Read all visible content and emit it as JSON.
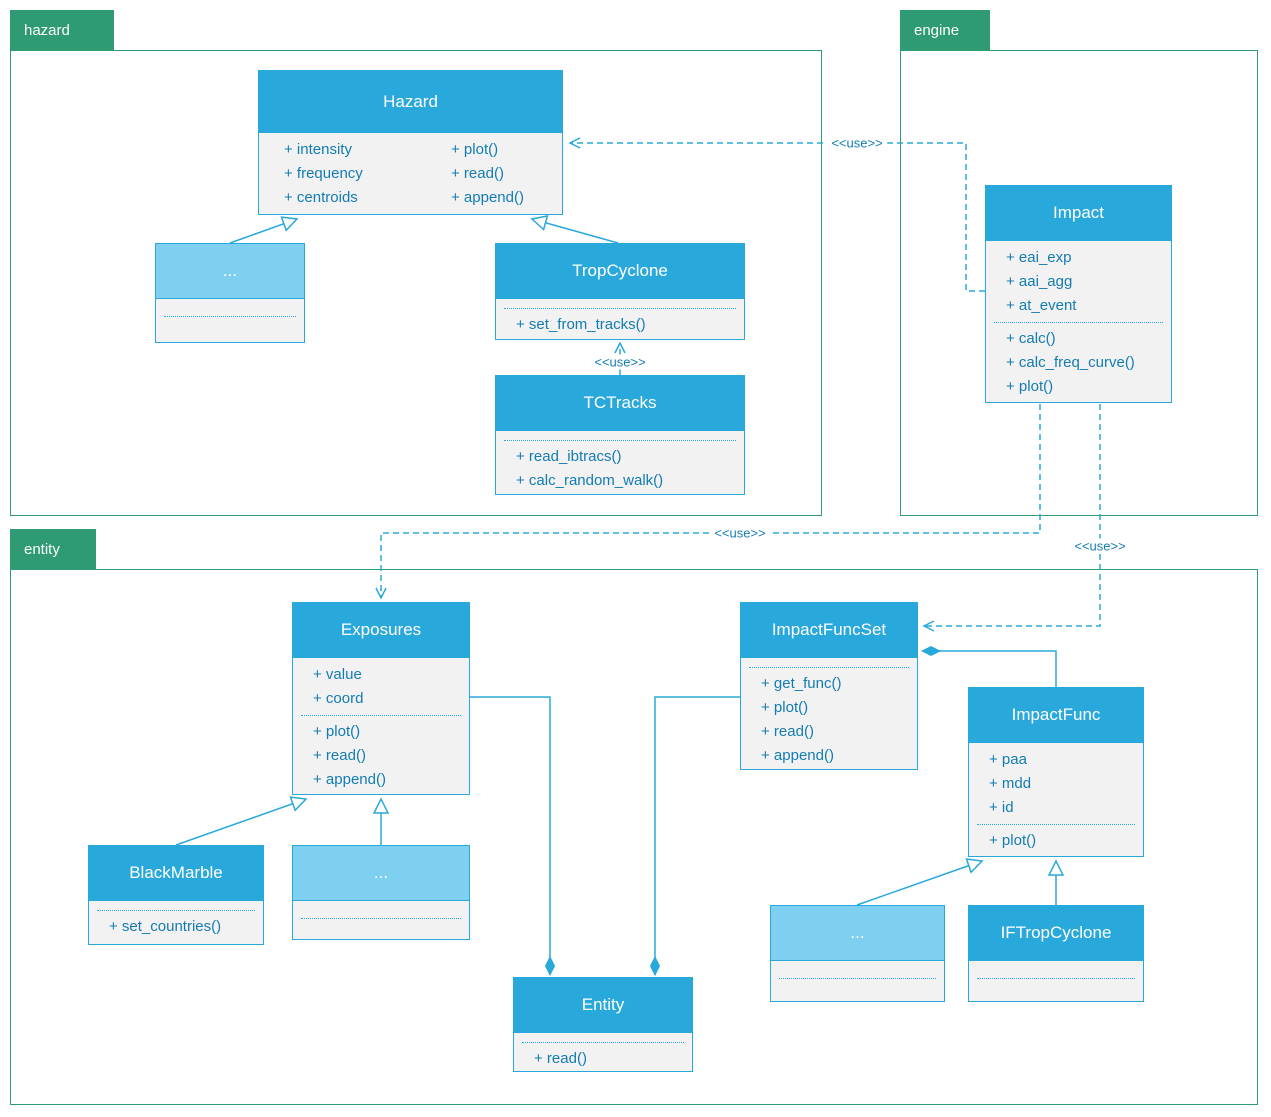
{
  "diagram": {
    "packages": {
      "hazard": {
        "label": "hazard"
      },
      "engine": {
        "label": "engine"
      },
      "entity": {
        "label": "entity"
      }
    },
    "use_label": "<<use>>",
    "classes": {
      "hazard": {
        "title": "Hazard",
        "attrs": [
          "+ intensity",
          "+ frequency",
          "+ centroids"
        ],
        "methods": [
          "+ plot()",
          "+ read()",
          "+ append()"
        ]
      },
      "hazard_other": {
        "title": "..."
      },
      "trop_cyclone": {
        "title": "TropCyclone",
        "methods": [
          "+ set_from_tracks()"
        ]
      },
      "tctracks": {
        "title": "TCTracks",
        "methods": [
          "+ read_ibtracs()",
          "+ calc_random_walk()"
        ]
      },
      "impact": {
        "title": "Impact",
        "attrs": [
          "+ eai_exp",
          "+ aai_agg",
          "+ at_event"
        ],
        "methods": [
          "+ calc()",
          "+ calc_freq_curve()",
          "+ plot()"
        ]
      },
      "exposures": {
        "title": "Exposures",
        "attrs": [
          "+ value",
          "+ coord"
        ],
        "methods": [
          "+ plot()",
          "+ read()",
          "+ append()"
        ]
      },
      "impact_func_set": {
        "title": "ImpactFuncSet",
        "methods": [
          "+ get_func()",
          "+ plot()",
          "+ read()",
          "+ append()"
        ]
      },
      "impact_func": {
        "title": "ImpactFunc",
        "attrs": [
          "+ paa",
          "+ mdd",
          "+ id"
        ],
        "methods": [
          "+ plot()"
        ]
      },
      "black_marble": {
        "title": "BlackMarble",
        "methods": [
          "+ set_countries()"
        ]
      },
      "exposures_other": {
        "title": "..."
      },
      "entity": {
        "title": "Entity",
        "methods": [
          "+ read()"
        ]
      },
      "impact_func_other": {
        "title": "..."
      },
      "if_trop_cyclone": {
        "title": "IFTropCyclone"
      }
    },
    "colors": {
      "package_green": "#2E9B72",
      "class_header_blue": "#29A8DC",
      "class_header_light_blue": "#7FD0F0",
      "class_body_gray": "#F2F2F2",
      "member_text_blue": "#147CB3"
    }
  }
}
